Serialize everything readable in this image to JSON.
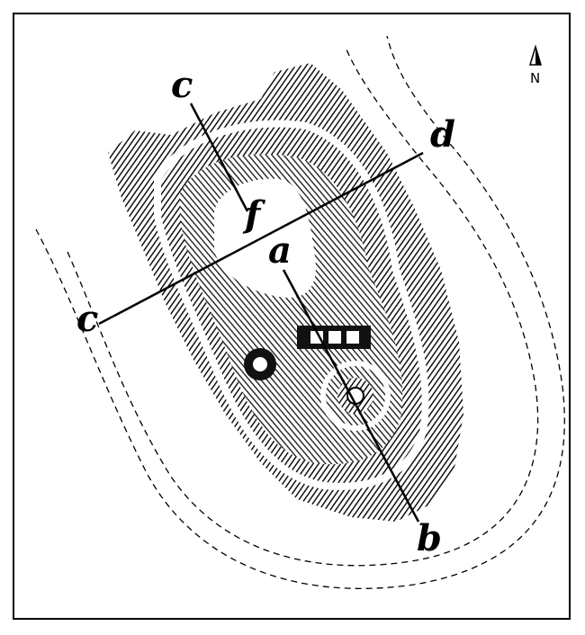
{
  "labels": {
    "a": "a",
    "b": "b",
    "c_top": "c",
    "c_left": "c",
    "d": "d",
    "f": "f"
  },
  "north": {
    "letter": "N"
  },
  "colors": {
    "ink": "#111111",
    "paper": "#ffffff"
  }
}
